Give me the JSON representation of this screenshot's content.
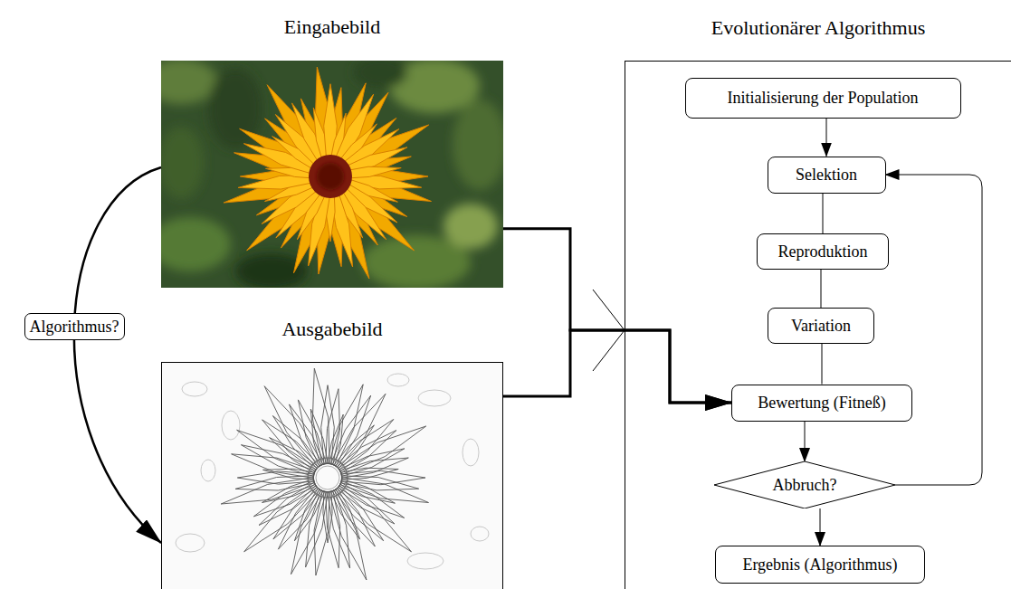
{
  "diagram": {
    "nodes": [
      {
        "text": [
          "Eingabebild"
        ]
      },
      {
        "text": [
          "Ausgabebild"
        ]
      },
      {
        "text": [
          "Evolutionärer Algorithmus"
        ]
      },
      {
        "text": [
          "Initialisierung der Population"
        ],
        "in": 2
      },
      {
        "text": [
          "Selektion"
        ],
        "in": 2
      },
      {
        "text": [
          "Reproduktion"
        ],
        "in": 2
      },
      {
        "text": [
          "Variation"
        ],
        "in": 2
      },
      {
        "text": [
          "Bewertung (Fitneß)"
        ],
        "in": 2
      },
      {
        "text": [
          "Abbruch?"
        ],
        "in": 2
      },
      {
        "text": [
          "Ergebnis (Algorithmus)"
        ],
        "in": 2
      }
    ],
    "edges": [
      {
        "from": 0,
        "to": 1,
        "label": "Algorithmus?",
        "arrow": "to"
      },
      {
        "from": 0,
        "to": 7,
        "arrow": "to"
      },
      {
        "from": 1,
        "to": 7,
        "arrow": "to"
      },
      {
        "from": 3,
        "to": 4,
        "arrow": "to"
      },
      {
        "from": 4,
        "to": 5,
        "arrow": "none"
      },
      {
        "from": 5,
        "to": 6,
        "arrow": "none"
      },
      {
        "from": 6,
        "to": 7,
        "arrow": "none"
      },
      {
        "from": 7,
        "to": 8,
        "arrow": "to"
      },
      {
        "from": 8,
        "to": 4,
        "arrow": "to"
      },
      {
        "from": 8,
        "to": 9,
        "arrow": "to"
      }
    ]
  }
}
